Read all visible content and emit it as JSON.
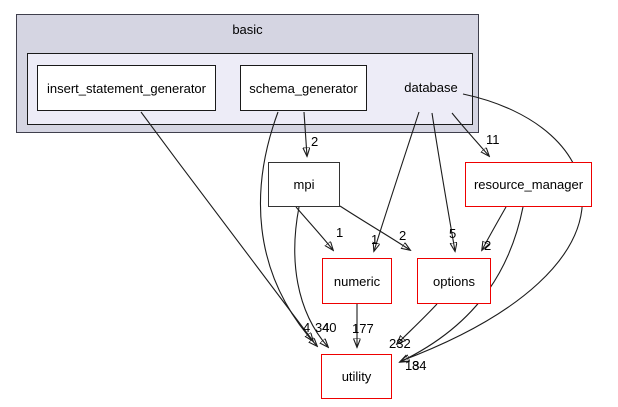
{
  "diagram": {
    "type": "directory-dependency-graph",
    "clusters": {
      "parent_label": "basic",
      "current_label": "database"
    },
    "nodes": {
      "insert": {
        "label": "insert_statement_generator",
        "border": "black"
      },
      "schema": {
        "label": "schema_generator",
        "border": "black"
      },
      "database": {
        "label": "database",
        "border": "none"
      },
      "mpi": {
        "label": "mpi",
        "border": "black"
      },
      "resource_manager": {
        "label": "resource_manager",
        "border": "red"
      },
      "numeric": {
        "label": "numeric",
        "border": "red"
      },
      "options": {
        "label": "options",
        "border": "red"
      },
      "utility": {
        "label": "utility",
        "border": "red"
      }
    },
    "edges": [
      {
        "from": "schema_generator",
        "to": "mpi",
        "count": "2"
      },
      {
        "from": "database",
        "to": "resource_manager",
        "count": "11"
      },
      {
        "from": "mpi",
        "to": "numeric",
        "count": "1"
      },
      {
        "from": "database",
        "to": "numeric",
        "count": "1"
      },
      {
        "from": "mpi",
        "to": "options",
        "count": "2"
      },
      {
        "from": "database",
        "to": "options",
        "count": "5"
      },
      {
        "from": "resource_manager",
        "to": "options",
        "count": "2"
      },
      {
        "from": "insert_statement_generator",
        "to": "utility",
        "count": "4"
      },
      {
        "from": "schema_generator",
        "to": "utility",
        "count": "34"
      },
      {
        "from": "mpi",
        "to": "utility",
        "count": "40"
      },
      {
        "from": "numeric",
        "to": "utility",
        "count": "177"
      },
      {
        "from": "options",
        "to": "utility",
        "count": "232"
      },
      {
        "from": "resource_manager",
        "to": "utility",
        "count": "13"
      },
      {
        "from": "database",
        "to": "utility",
        "count": "84"
      }
    ],
    "colors": {
      "cluster_outer_fill": "#d5d5e2",
      "cluster_inner_fill": "#edecf7",
      "red_border": "#ee0000",
      "black_border": "#1a1a1a",
      "edge": "#1c1c1c",
      "background": "#ffffff"
    }
  }
}
